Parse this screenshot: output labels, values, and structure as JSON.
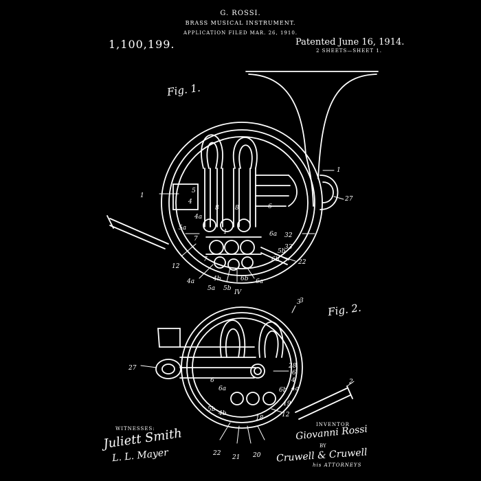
{
  "header": {
    "inventor": "G. ROSSI.",
    "title": "BRASS MUSICAL INSTRUMENT.",
    "filed": "APPLICATION FILED MAR. 26, 1910.",
    "patent_number": "1,100,199.",
    "patent_date": "Patented June 16, 1914.",
    "sheets": "2 SHEETS—SHEET 1."
  },
  "figures": {
    "fig1_label": "Fig. 1.",
    "fig2_label": "Fig. 2.",
    "fig1_refs": [
      "1",
      "1",
      "27",
      "3",
      "4",
      "5",
      "6",
      "8",
      "8",
      "4a",
      "5a",
      "7",
      "12",
      "6a",
      "32",
      "33",
      "22",
      "4a",
      "5a",
      "6a",
      "4b",
      "5b",
      "6b",
      "IV",
      "5b",
      "6b",
      "1",
      "7"
    ],
    "fig2_refs": [
      "3",
      "27",
      "2",
      "28",
      "6",
      "6a",
      "4",
      "4a",
      "6b",
      "6",
      "19",
      "5b",
      "4b",
      "12",
      "18",
      "22",
      "21",
      "20"
    ]
  },
  "footer": {
    "witnesses_label": "WITNESSES:",
    "witness1": "Juliett Smith",
    "witness2": "L. L. Mayer",
    "inventor_label": "INVENTOR",
    "inventor_sig": "Giovanni Rossi",
    "by_label": "BY",
    "attorneys_sig": "Cruwell & Cruwell",
    "attorneys_label": "his ATTORNEYS"
  },
  "colors": {
    "background": "#000000",
    "ink": "#ffffff"
  }
}
